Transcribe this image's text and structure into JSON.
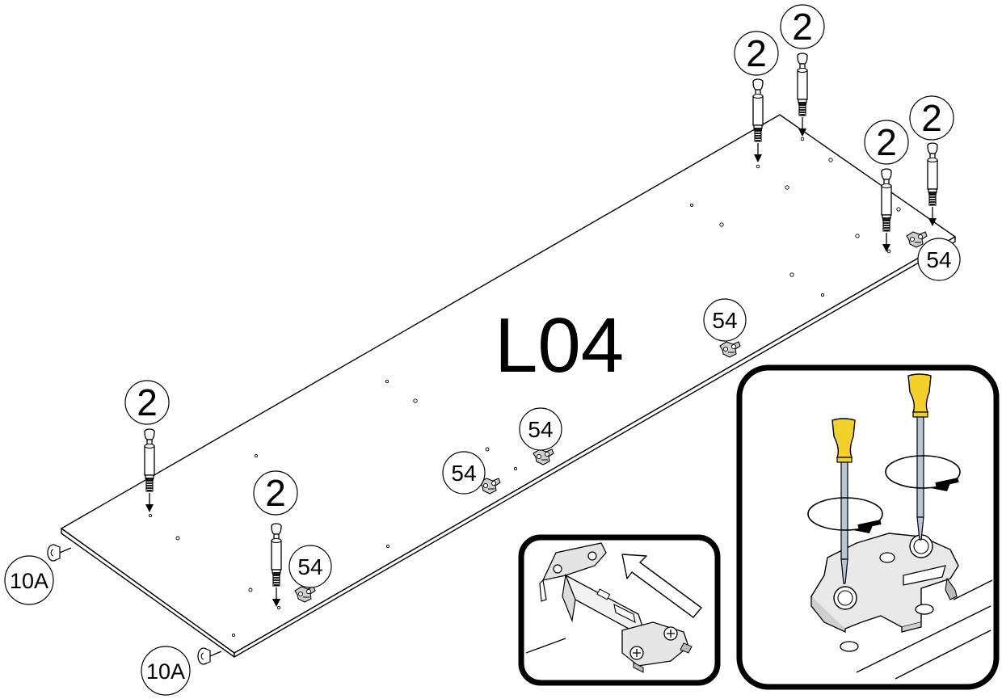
{
  "panel_label": "L04",
  "parts": {
    "cam_bolt": "2",
    "hinge_plate": "54",
    "glide": "10A"
  },
  "colors": {
    "ink": "#000000",
    "screwdriver_handle": "#f3d12a",
    "screwdriver_shaft": "#b9c6d6",
    "metal": "#d8d8d8"
  },
  "icons": [
    "cam-bolt-icon",
    "hinge-mounting-plate-icon",
    "furniture-glide-icon",
    "screwdriver-icon",
    "rotation-arrow-icon",
    "insertion-arrow-icon"
  ]
}
